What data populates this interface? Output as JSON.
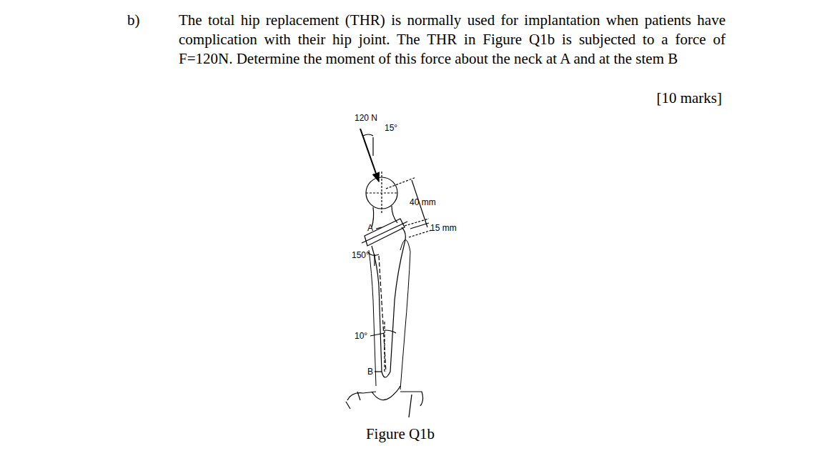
{
  "diagram": {
    "caption": "Figure Q1b",
    "labels": [
      "b)",
      "The total hip replacement (THR) is normally used for implantation when patients have complication with their hip joint. The THR in Figure Q1b is subjected to a force of F=120N. Determine the moment of this force about the neck at A and at the stem B",
      "[10 marks]",
      "120 N",
      "15°",
      "40 mm",
      "15 mm",
      "A",
      "150°",
      "10°",
      "B"
    ]
  }
}
